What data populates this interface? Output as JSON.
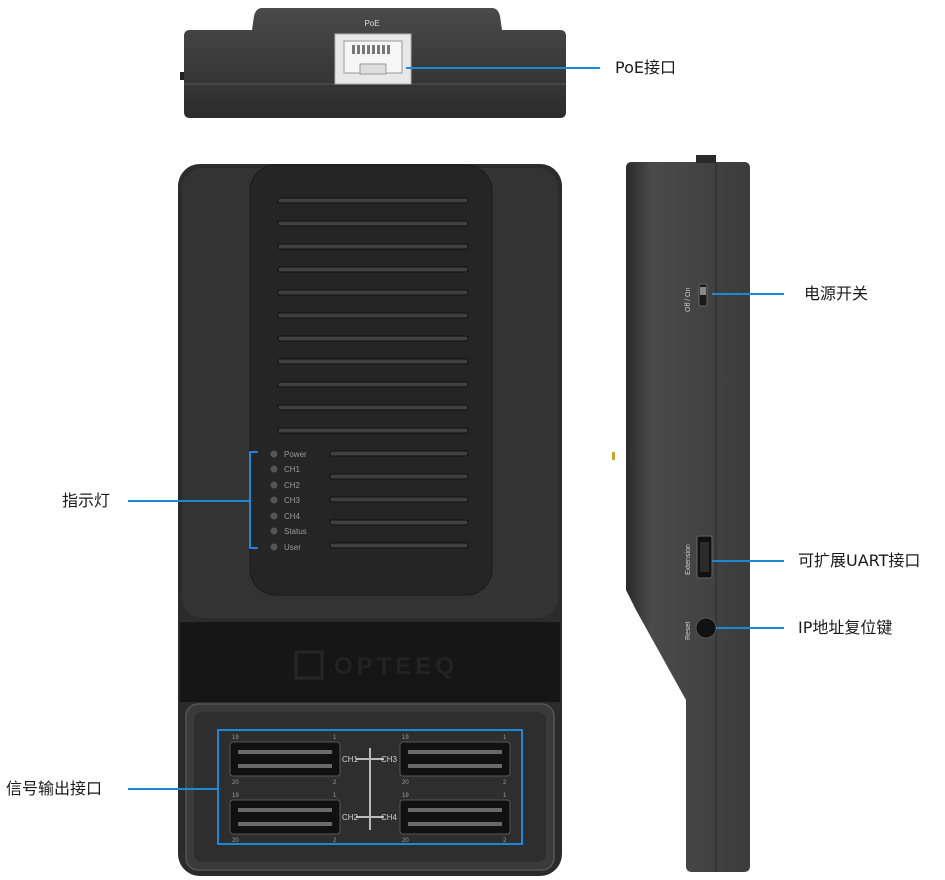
{
  "callouts": {
    "poe": "PoE接口",
    "power_switch": "电源开关",
    "indicators": "指示灯",
    "uart": "可扩展UART接口",
    "ip_reset": "IP地址复位键",
    "signal_out": "信号输出接口"
  },
  "device_labels": {
    "poe_port": "PoE",
    "off_on": "Off / On",
    "extension": "Extension",
    "reset": "Reset",
    "brand": "OPTEEQ",
    "leds": [
      "Power",
      "CH1",
      "CH2",
      "CH3",
      "CH4",
      "Status",
      "User"
    ],
    "channels": [
      "CH1",
      "CH3",
      "CH2",
      "CH4"
    ],
    "pin_numbers": {
      "top_left": "19",
      "top_right": "1",
      "bottom_left": "20",
      "bottom_right": "2"
    }
  },
  "colors": {
    "callout_line": "#1e88d6",
    "device_body": "#3a3a3a",
    "device_dark": "#1c1c1c",
    "device_panel": "#2a2a2a"
  }
}
